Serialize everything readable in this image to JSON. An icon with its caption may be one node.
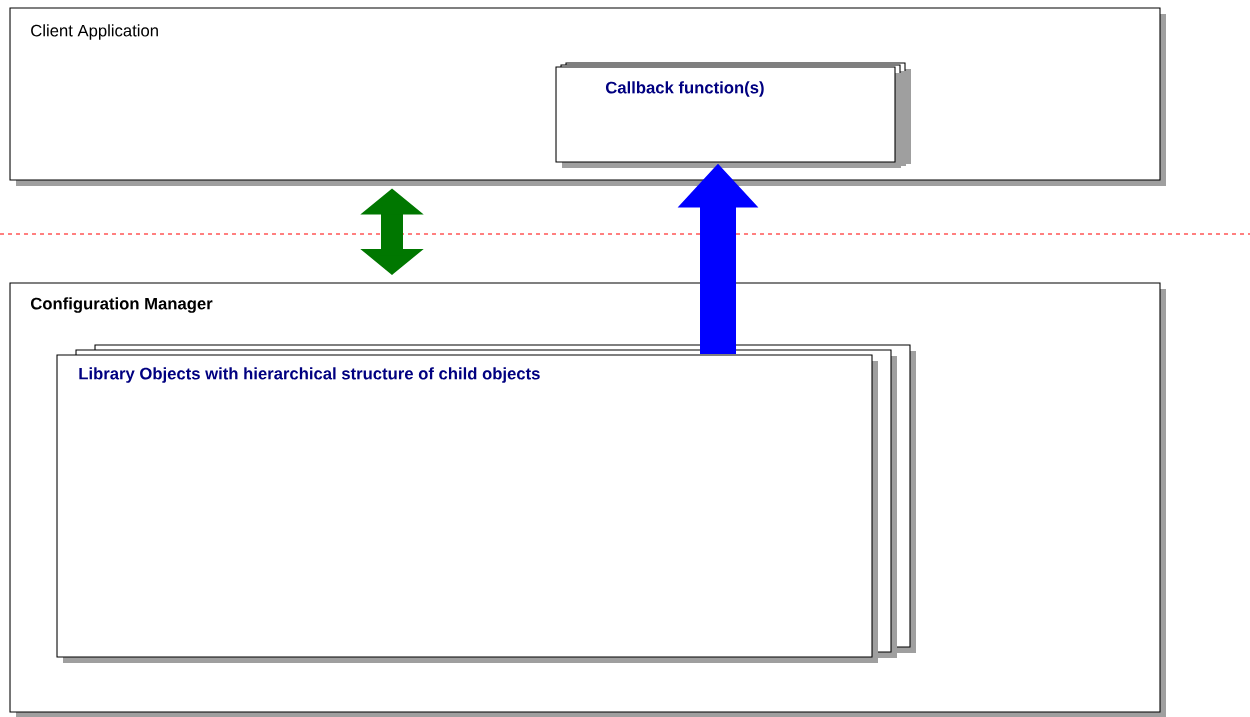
{
  "diagram": {
    "nodes": [
      {
        "text": [
          "Client Application"
        ]
      },
      {
        "text": [
          "Callback function(s)"
        ],
        "in": 0
      },
      {
        "text": [
          "Configuration Manager"
        ]
      },
      {
        "text": [
          "Library Objects with hierarchical structure of child objects"
        ],
        "in": 2
      }
    ],
    "edges": [
      {
        "from": 0,
        "to": 2,
        "arrow": "both",
        "color": "#007700"
      },
      {
        "from": 3,
        "to": 1,
        "arrow": "to",
        "color": "#0000ff"
      }
    ]
  }
}
